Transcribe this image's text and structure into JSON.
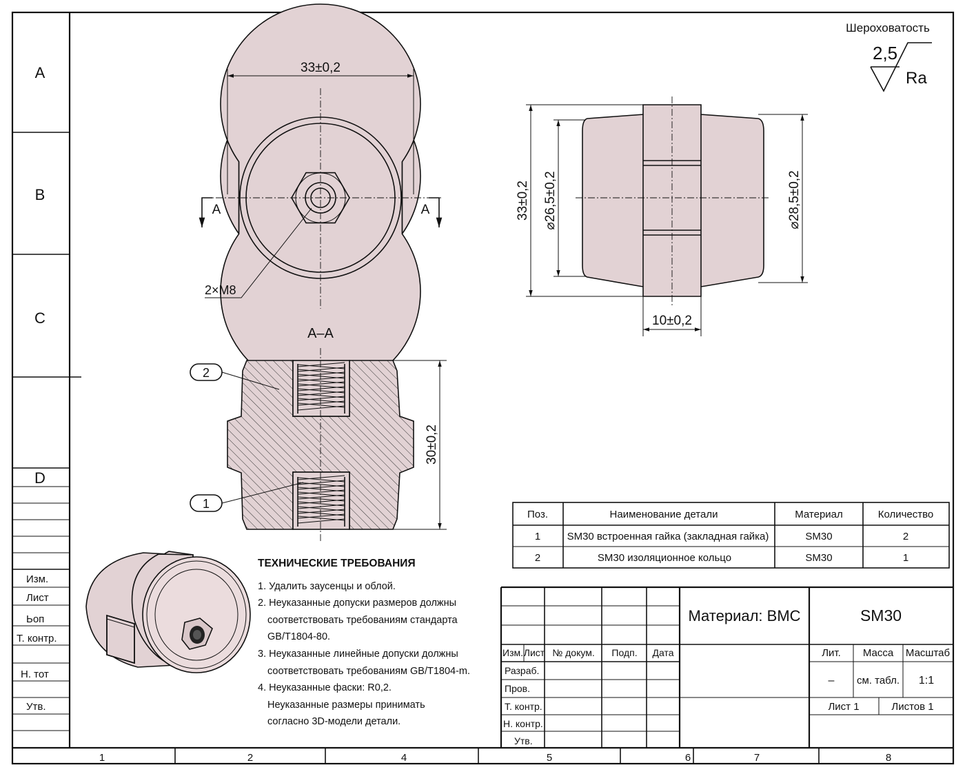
{
  "zones": {
    "rows": [
      "A",
      "B",
      "C",
      "D"
    ],
    "columns": [
      "1",
      "2",
      "4",
      "5",
      "6",
      "7",
      "8"
    ]
  },
  "roughness": {
    "label": "Шероховатость",
    "value": "2,5",
    "param": "Ra"
  },
  "views": {
    "front": {
      "width_dim": "33±0,2",
      "thread_note": "2×M8",
      "section_mark": "A"
    },
    "side": {
      "height_dim": "33±0,2",
      "inner_dim": "⌀26,5±0,2",
      "outer_dim": "⌀28,5±0,2",
      "band_dim": "10±0,2"
    },
    "section": {
      "title": "A–A",
      "height_dim": "30±0,2",
      "callouts": [
        "2",
        "1"
      ]
    }
  },
  "parts_table": {
    "headers": [
      "Поз.",
      "Наименование детали",
      "Материал",
      "Количество"
    ],
    "rows": [
      [
        "1",
        "SM30 встроенная гайка (закладная гайка)",
        "SM30",
        "2"
      ],
      [
        "2",
        "SM30 изоляционное кольцо",
        "SM30",
        "1"
      ]
    ]
  },
  "tech_requirements": {
    "title": "ТЕХНИЧЕСКИЕ ТРЕБОВАНИЯ",
    "lines": [
      "1. Удалить заусенцы и облой.",
      "2. Неуказанные допуски размеров должны",
      "соответствовать требованиям стандарта",
      "GB/T1804-80.",
      "3. Неуказанные линейные допуски должны",
      "соответствовать требованиям GB/T1804-m.",
      "4. Неуказанные фаски: R0,2.",
      "Неуказанные размеры принимать",
      "согласно 3D-модели детали."
    ]
  },
  "left_strip": {
    "labels": [
      "Изм.",
      "Лист",
      "Ьоп",
      "Т. контр.",
      "Н. тот",
      "Утв."
    ]
  },
  "title_block": {
    "material": "Материал: BMC",
    "designation": "SM30",
    "header_cols": [
      "Изм.",
      "Лист",
      "№ докум.",
      "Подп.",
      "Дата"
    ],
    "row_labels": [
      "Разраб.",
      "Пров.",
      "Т. контр.",
      "Н. контр.",
      "Утв."
    ],
    "lit_label": "Лит.",
    "mass_label": "Масса",
    "scale_label": "Масштаб",
    "lit_value": "–",
    "mass_value": "см. табл.",
    "scale_value": "1:1",
    "sheet": "Лист 1",
    "sheets": "Листов 1"
  }
}
